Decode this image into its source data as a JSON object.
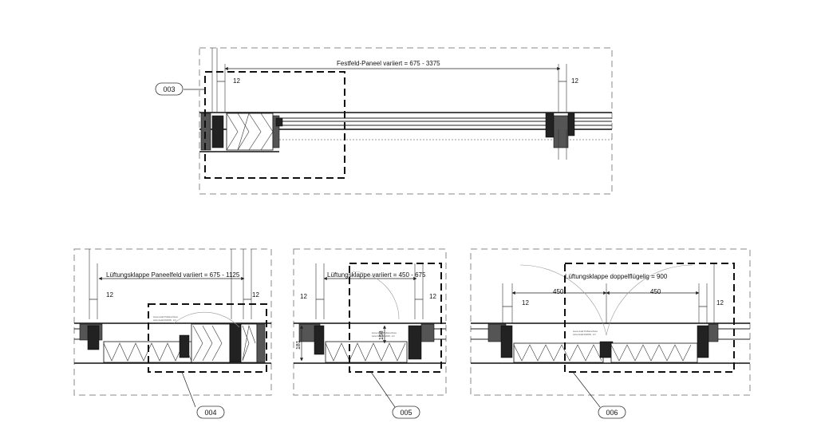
{
  "detail_003": {
    "label": "Festfeld-Paneel variiert = 675 - 3375",
    "dim_left": "12",
    "dim_right": "12",
    "tag": "003"
  },
  "detail_004": {
    "label": "Lüftungsklappe Paneelfeld variiert = 675 - 1125",
    "dim_left": "12",
    "dim_right": "12",
    "tag": "004"
  },
  "detail_005": {
    "label": "Lüftungsklappe variiert =  450 - 675",
    "dim_left": "12",
    "dim_right": "12",
    "dim_vertical": "181",
    "dim_vertical_inner": "158",
    "tag": "005"
  },
  "detail_006": {
    "label": "Lüftungsklappe doppelflügelig = 900",
    "dim_left": "12",
    "dim_right": "12",
    "dim_span_left": "450",
    "dim_span_right": "450",
    "tag": "006"
  }
}
